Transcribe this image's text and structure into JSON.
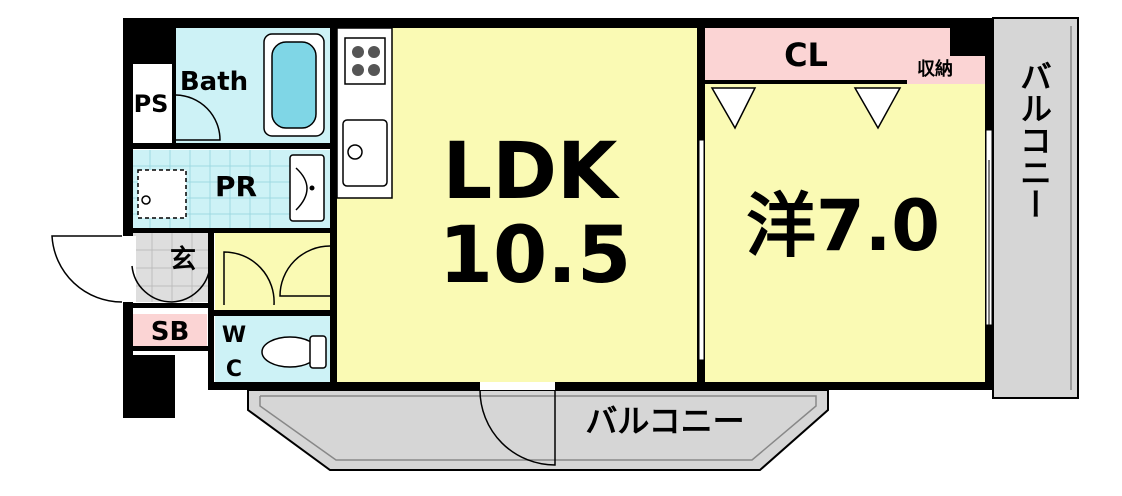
{
  "colors": {
    "wall": "#000000",
    "ldk": "#fafab4",
    "bedroom": "#fafab4",
    "closet": "#fbd4d4",
    "wet": "#cdf2f6",
    "entrance": "#dedede",
    "balcony": "#d6d6d6",
    "floor_white": "#ffffff"
  },
  "rooms": {
    "ldk": {
      "name": "LDK",
      "size": "10.5"
    },
    "bedroom": {
      "name": "洋7.0"
    },
    "closet": {
      "name": "CL"
    },
    "storage": {
      "name": "収納"
    },
    "bath": {
      "name": "Bath"
    },
    "ps": {
      "name": "PS"
    },
    "pr": {
      "name": "PR"
    },
    "entrance": {
      "name": "玄"
    },
    "shoebox": {
      "name": "SB"
    },
    "wc": {
      "line1": "W",
      "line2": "C"
    }
  },
  "balconies": {
    "side": {
      "name": "バルコニー"
    },
    "bottom": {
      "name": "バルコニー"
    }
  },
  "icons": [
    "stove-icon",
    "sink-icon",
    "bathtub-icon",
    "washbasin-icon",
    "toilet-icon",
    "washing-machine-icon"
  ]
}
